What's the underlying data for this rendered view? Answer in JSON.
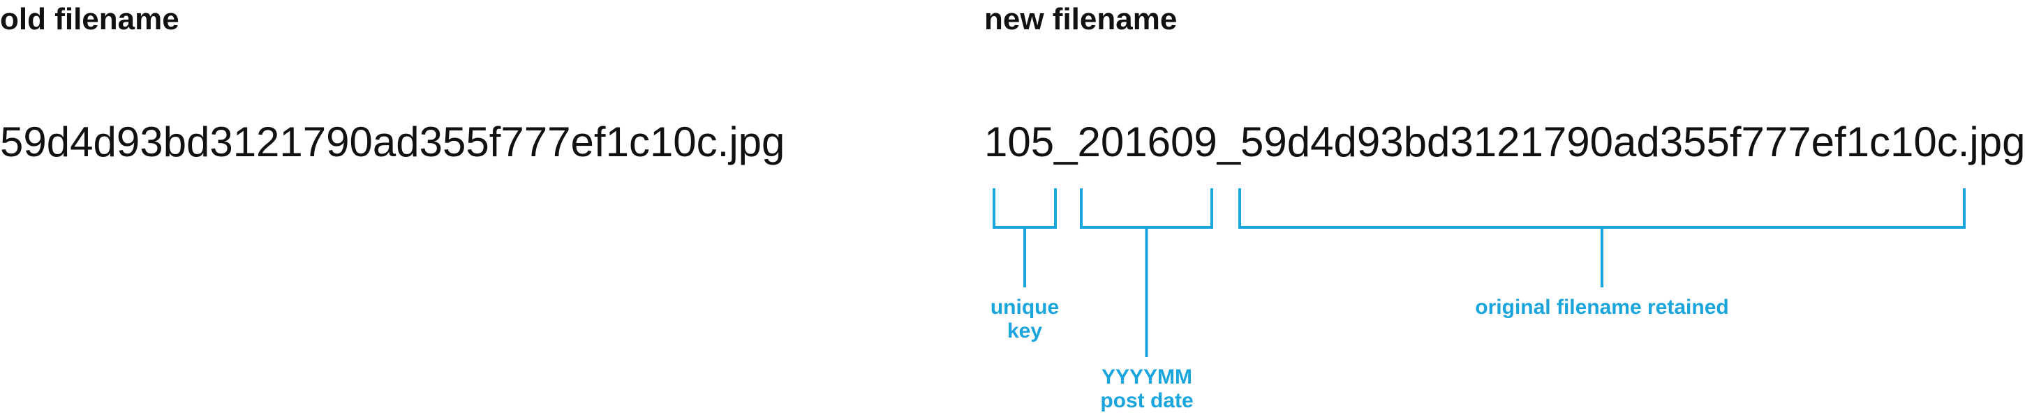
{
  "accent_color": "#1aa5dc",
  "old": {
    "heading": "old filename",
    "filename": "59d4d93bd3121790ad355f777ef1c10c.jpg"
  },
  "new": {
    "heading": "new filename",
    "filename": "105_201609_59d4d93bd3121790ad355f777ef1c10c.jpg"
  },
  "annotations": {
    "key": {
      "line1": "unique",
      "line2": "key"
    },
    "date": {
      "line1": "YYYYMM",
      "line2": "post date"
    },
    "original": {
      "line1": "original filename retained"
    }
  }
}
